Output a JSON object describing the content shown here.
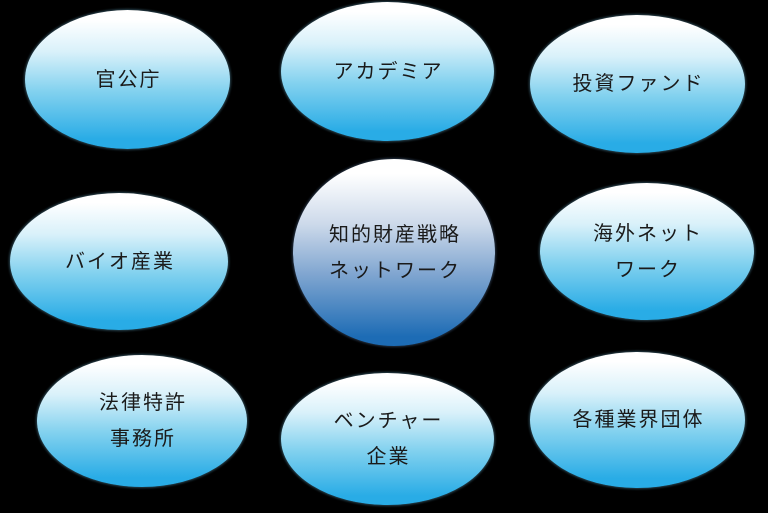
{
  "diagram": {
    "type": "hub-and-spoke network diagram",
    "colors": {
      "background": "#000000",
      "outer_bubble_top": "#ffffff",
      "outer_bubble_bottom": "#29ace6",
      "hub_bubble_top": "#ffffff",
      "hub_bubble_bottom": "#1d6cb5",
      "text": "#1a1a1a"
    }
  },
  "bubbles": [
    {
      "id": "government-agencies",
      "lines": [
        "官公庁"
      ]
    },
    {
      "id": "academia",
      "lines": [
        "アカデミア"
      ]
    },
    {
      "id": "investment-funds",
      "lines": [
        "投資ファンド"
      ]
    },
    {
      "id": "bio-industry",
      "lines": [
        "バイオ産業"
      ]
    },
    {
      "id": "ip-strategy-network",
      "lines": [
        "知的財産戦略",
        "ネットワーク"
      ]
    },
    {
      "id": "overseas-network",
      "lines": [
        "海外ネット",
        "ワーク"
      ]
    },
    {
      "id": "law-patent-offices",
      "lines": [
        "法律特許",
        "事務所"
      ]
    },
    {
      "id": "venture-companies",
      "lines": [
        "ベンチャー",
        "企業"
      ]
    },
    {
      "id": "industry-associations",
      "lines": [
        "各種業界団体"
      ]
    }
  ]
}
